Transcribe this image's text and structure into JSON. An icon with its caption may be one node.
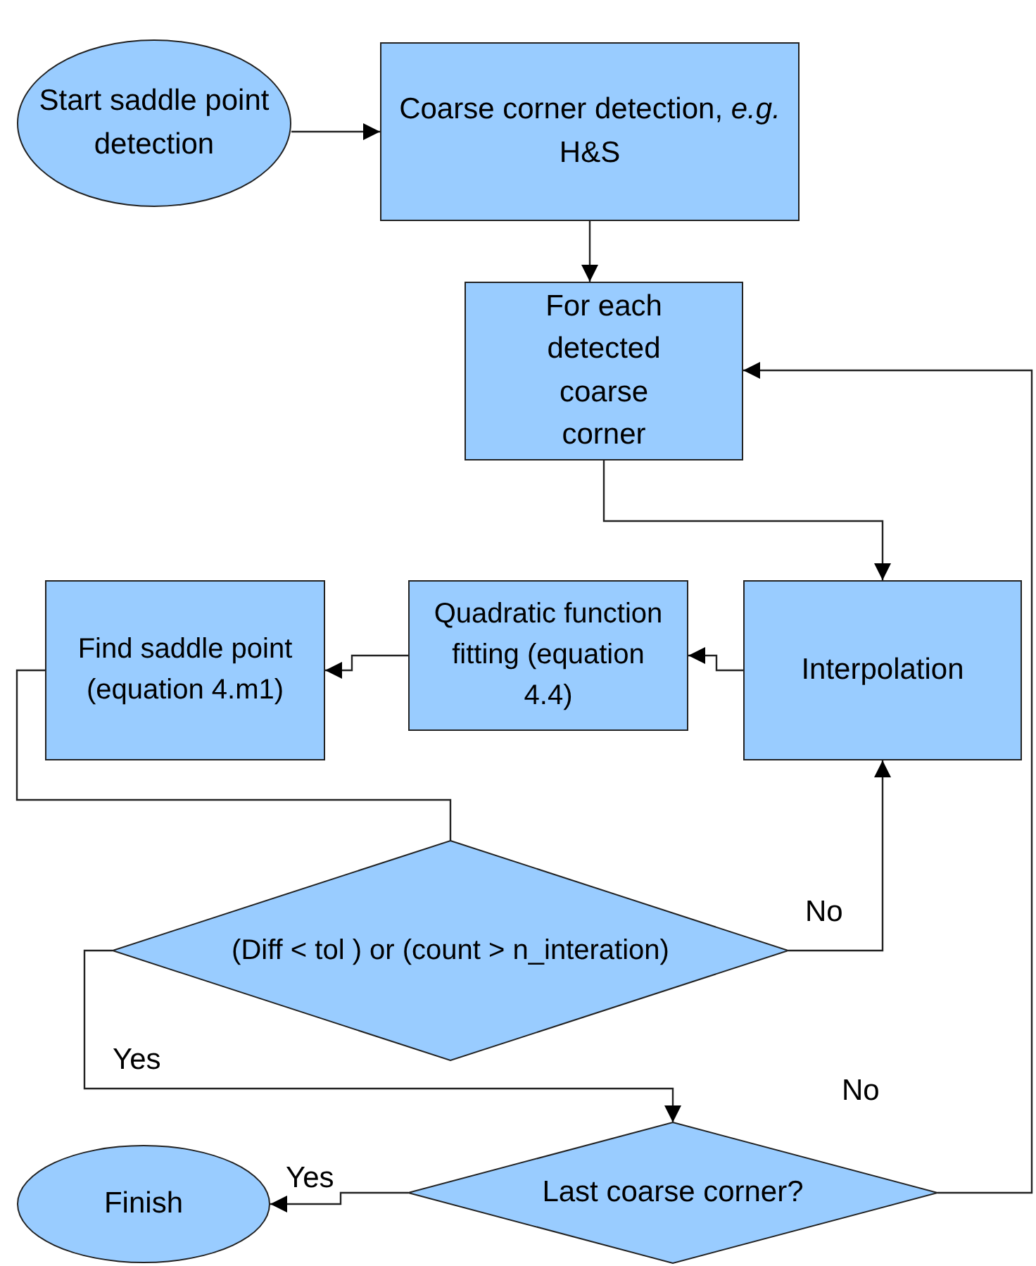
{
  "diagram": {
    "nodes": [
      {
        "text": [
          "Start saddle point detection"
        ]
      },
      {
        "text": [
          "Coarse corner detection, *e.g.* H&S"
        ]
      },
      {
        "text": [
          "For each detected coarse corner"
        ]
      },
      {
        "text": [
          "Interpolation"
        ]
      },
      {
        "text": [
          "Quadratic function fitting (equation 4.4)"
        ]
      },
      {
        "text": [
          "Find saddle point (equation 4.m1)"
        ]
      },
      {
        "text": [
          "(Diff < tol ) or (count > n_interation)"
        ]
      },
      {
        "text": [
          "Last coarse corner?"
        ]
      },
      {
        "text": [
          "Finish"
        ]
      }
    ],
    "edges": [
      {
        "from": 0,
        "to": 1,
        "arrow": "to"
      },
      {
        "from": 1,
        "to": 2,
        "arrow": "to"
      },
      {
        "from": 2,
        "to": 3,
        "arrow": "to"
      },
      {
        "from": 3,
        "to": 4,
        "arrow": "to"
      },
      {
        "from": 4,
        "to": 5,
        "arrow": "to"
      },
      {
        "from": 5,
        "to": 6,
        "arrow": "none"
      },
      {
        "from": 6,
        "to": 3,
        "arrow": "to",
        "label": "No"
      },
      {
        "from": 6,
        "to": 7,
        "arrow": "to",
        "label": "Yes"
      },
      {
        "from": 7,
        "to": 8,
        "arrow": "to",
        "label": "Yes"
      },
      {
        "from": 7,
        "to": 2,
        "arrow": "to",
        "label": "No"
      }
    ]
  }
}
